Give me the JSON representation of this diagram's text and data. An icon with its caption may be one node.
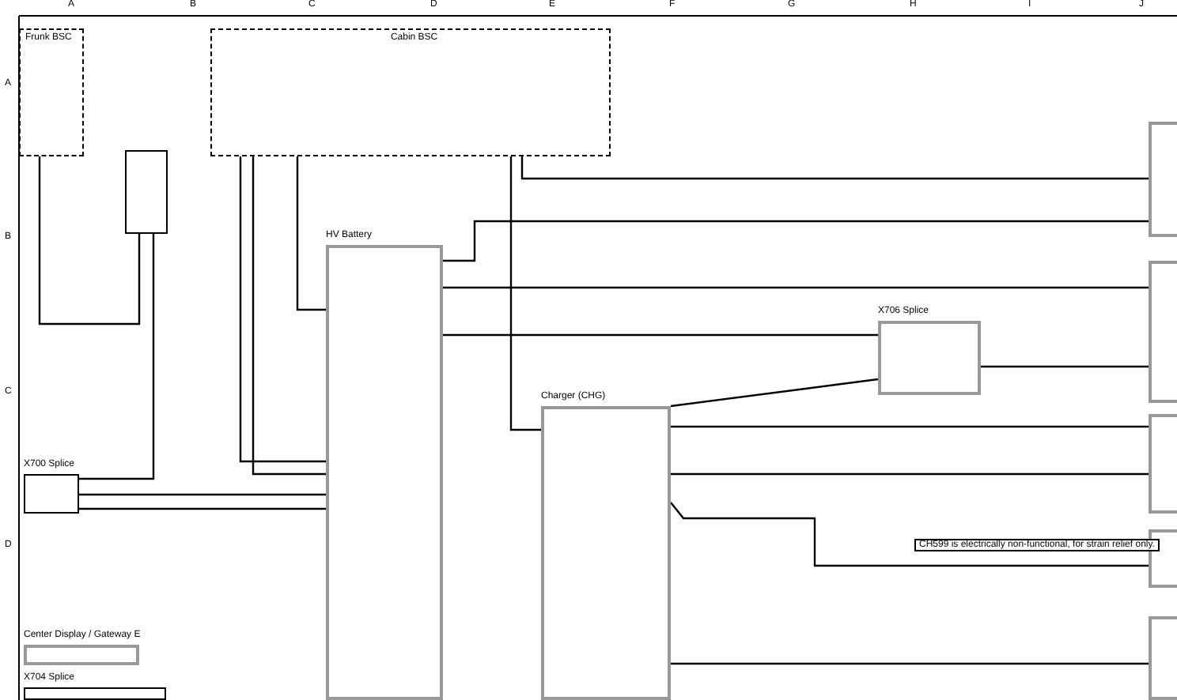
{
  "diagram": {
    "nodes": [
      {
        "text": [
          "Frunk BSC"
        ]
      },
      {
        "text": [
          "Cabin BSC"
        ]
      },
      {
        "text": [],
        "shape": "box"
      },
      {
        "text": [
          "HV Battery"
        ]
      },
      {
        "text": [
          "Charger (CHG)"
        ]
      },
      {
        "text": [
          "X706 Splice"
        ]
      },
      {
        "text": [
          "X700 Splice"
        ]
      },
      {
        "text": [
          "Center Display / Gateway E"
        ]
      },
      {
        "text": [
          "X704 Splice"
        ]
      },
      {
        "text": [],
        "shape": "box"
      },
      {
        "text": [],
        "shape": "box"
      },
      {
        "text": [],
        "shape": "box"
      },
      {
        "text": [],
        "shape": "box"
      },
      {
        "text": [],
        "shape": "box"
      }
    ],
    "edges": [
      {
        "from": 0,
        "to": 2,
        "arrow": "none"
      },
      {
        "from": 2,
        "to": 6,
        "arrow": "none"
      },
      {
        "from": 6,
        "to": 3,
        "arrow": "none"
      },
      {
        "from": 6,
        "to": 3,
        "arrow": "none"
      },
      {
        "from": 1,
        "to": 3,
        "arrow": "none"
      },
      {
        "from": 1,
        "to": 3,
        "arrow": "none"
      },
      {
        "from": 1,
        "to": 3,
        "arrow": "none"
      },
      {
        "from": 1,
        "to": 4,
        "arrow": "none"
      },
      {
        "from": 1,
        "to": 9,
        "arrow": "none"
      },
      {
        "from": 3,
        "to": 9,
        "arrow": "none"
      },
      {
        "from": 3,
        "to": 10,
        "arrow": "none"
      },
      {
        "from": 3,
        "to": 5,
        "arrow": "none"
      },
      {
        "from": 4,
        "to": 5,
        "arrow": "none"
      },
      {
        "from": 5,
        "to": 10,
        "arrow": "none"
      },
      {
        "from": 4,
        "to": 11,
        "arrow": "none"
      },
      {
        "from": 4,
        "to": 11,
        "arrow": "none"
      },
      {
        "from": 4,
        "to": 12,
        "arrow": "none"
      },
      {
        "from": 4,
        "to": 13,
        "arrow": "none"
      }
    ],
    "labels": [
      "A",
      "B",
      "C",
      "D",
      "E",
      "F",
      "G",
      "H",
      "I",
      "J",
      "A",
      "B",
      "C",
      "D",
      "CH599 is electrically non-functional, for strain relief only."
    ]
  }
}
